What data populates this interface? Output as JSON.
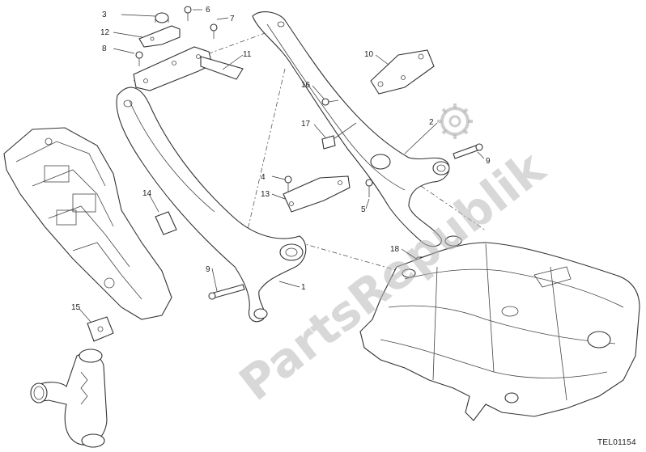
{
  "diagram": {
    "reference_code": "TEL01154",
    "watermark_text": "PartsRepublik",
    "callouts": [
      {
        "id": "c3",
        "label": "3"
      },
      {
        "id": "c6",
        "label": "6"
      },
      {
        "id": "c7",
        "label": "7"
      },
      {
        "id": "c12",
        "label": "12"
      },
      {
        "id": "c8",
        "label": "8"
      },
      {
        "id": "c11",
        "label": "11"
      },
      {
        "id": "c10",
        "label": "10"
      },
      {
        "id": "c16",
        "label": "16"
      },
      {
        "id": "c17",
        "label": "17"
      },
      {
        "id": "c2",
        "label": "2"
      },
      {
        "id": "c9a",
        "label": "9"
      },
      {
        "id": "c4",
        "label": "4"
      },
      {
        "id": "c13",
        "label": "13"
      },
      {
        "id": "c5",
        "label": "5"
      },
      {
        "id": "c14",
        "label": "14"
      },
      {
        "id": "c18",
        "label": "18"
      },
      {
        "id": "c9b",
        "label": "9"
      },
      {
        "id": "c1",
        "label": "1"
      },
      {
        "id": "c15",
        "label": "15"
      }
    ],
    "colors": {
      "line": "#333333",
      "watermark": "#b9b9b9",
      "background": "#ffffff"
    }
  }
}
